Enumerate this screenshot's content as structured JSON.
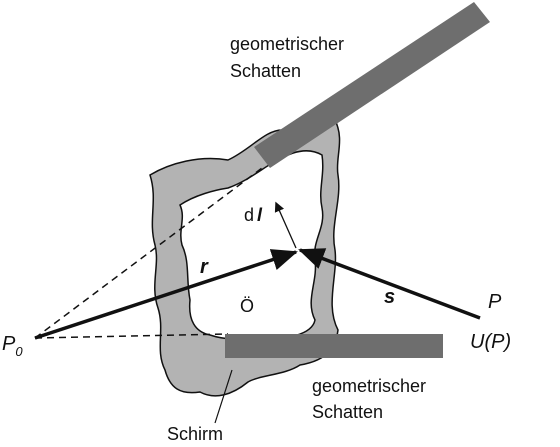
{
  "labels": {
    "shadow_top_line1": "geometrischer",
    "shadow_top_line2": "Schatten",
    "shadow_bottom_line1": "geometrischer",
    "shadow_bottom_line2": "Schatten",
    "screen": "Schirm",
    "opening": "Ö",
    "source_point": "P",
    "source_subscript": "0",
    "observation_point": "P",
    "field": "U(P)",
    "vector_r": "r",
    "vector_s": "s",
    "edge_element_d": "d",
    "edge_element_l": "l"
  },
  "colors": {
    "screen_fill": "#b3b3b3",
    "shadow_bar": "#6e6e6e",
    "ink": "#111111"
  }
}
